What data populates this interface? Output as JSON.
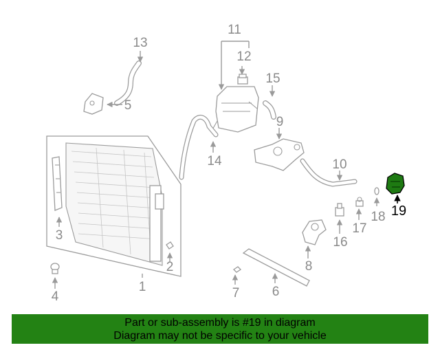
{
  "callouts": [
    {
      "id": "1",
      "text": "1"
    },
    {
      "id": "2",
      "text": "2"
    },
    {
      "id": "3",
      "text": "3"
    },
    {
      "id": "4",
      "text": "4"
    },
    {
      "id": "5",
      "text": "5"
    },
    {
      "id": "6",
      "text": "6"
    },
    {
      "id": "7",
      "text": "7"
    },
    {
      "id": "8",
      "text": "8"
    },
    {
      "id": "9",
      "text": "9"
    },
    {
      "id": "10",
      "text": "10"
    },
    {
      "id": "11",
      "text": "11"
    },
    {
      "id": "12",
      "text": "12"
    },
    {
      "id": "13",
      "text": "13"
    },
    {
      "id": "14",
      "text": "14"
    },
    {
      "id": "15",
      "text": "15"
    },
    {
      "id": "16",
      "text": "16"
    },
    {
      "id": "17",
      "text": "17"
    },
    {
      "id": "18",
      "text": "18"
    },
    {
      "id": "19",
      "text": "19"
    }
  ],
  "highlight": {
    "part": "19",
    "color": "#1e7a12"
  },
  "banner": {
    "line1": "Part or sub-assembly is #19 in diagram",
    "line2": "Diagram may not be specific to your vehicle",
    "color": "#238214"
  }
}
